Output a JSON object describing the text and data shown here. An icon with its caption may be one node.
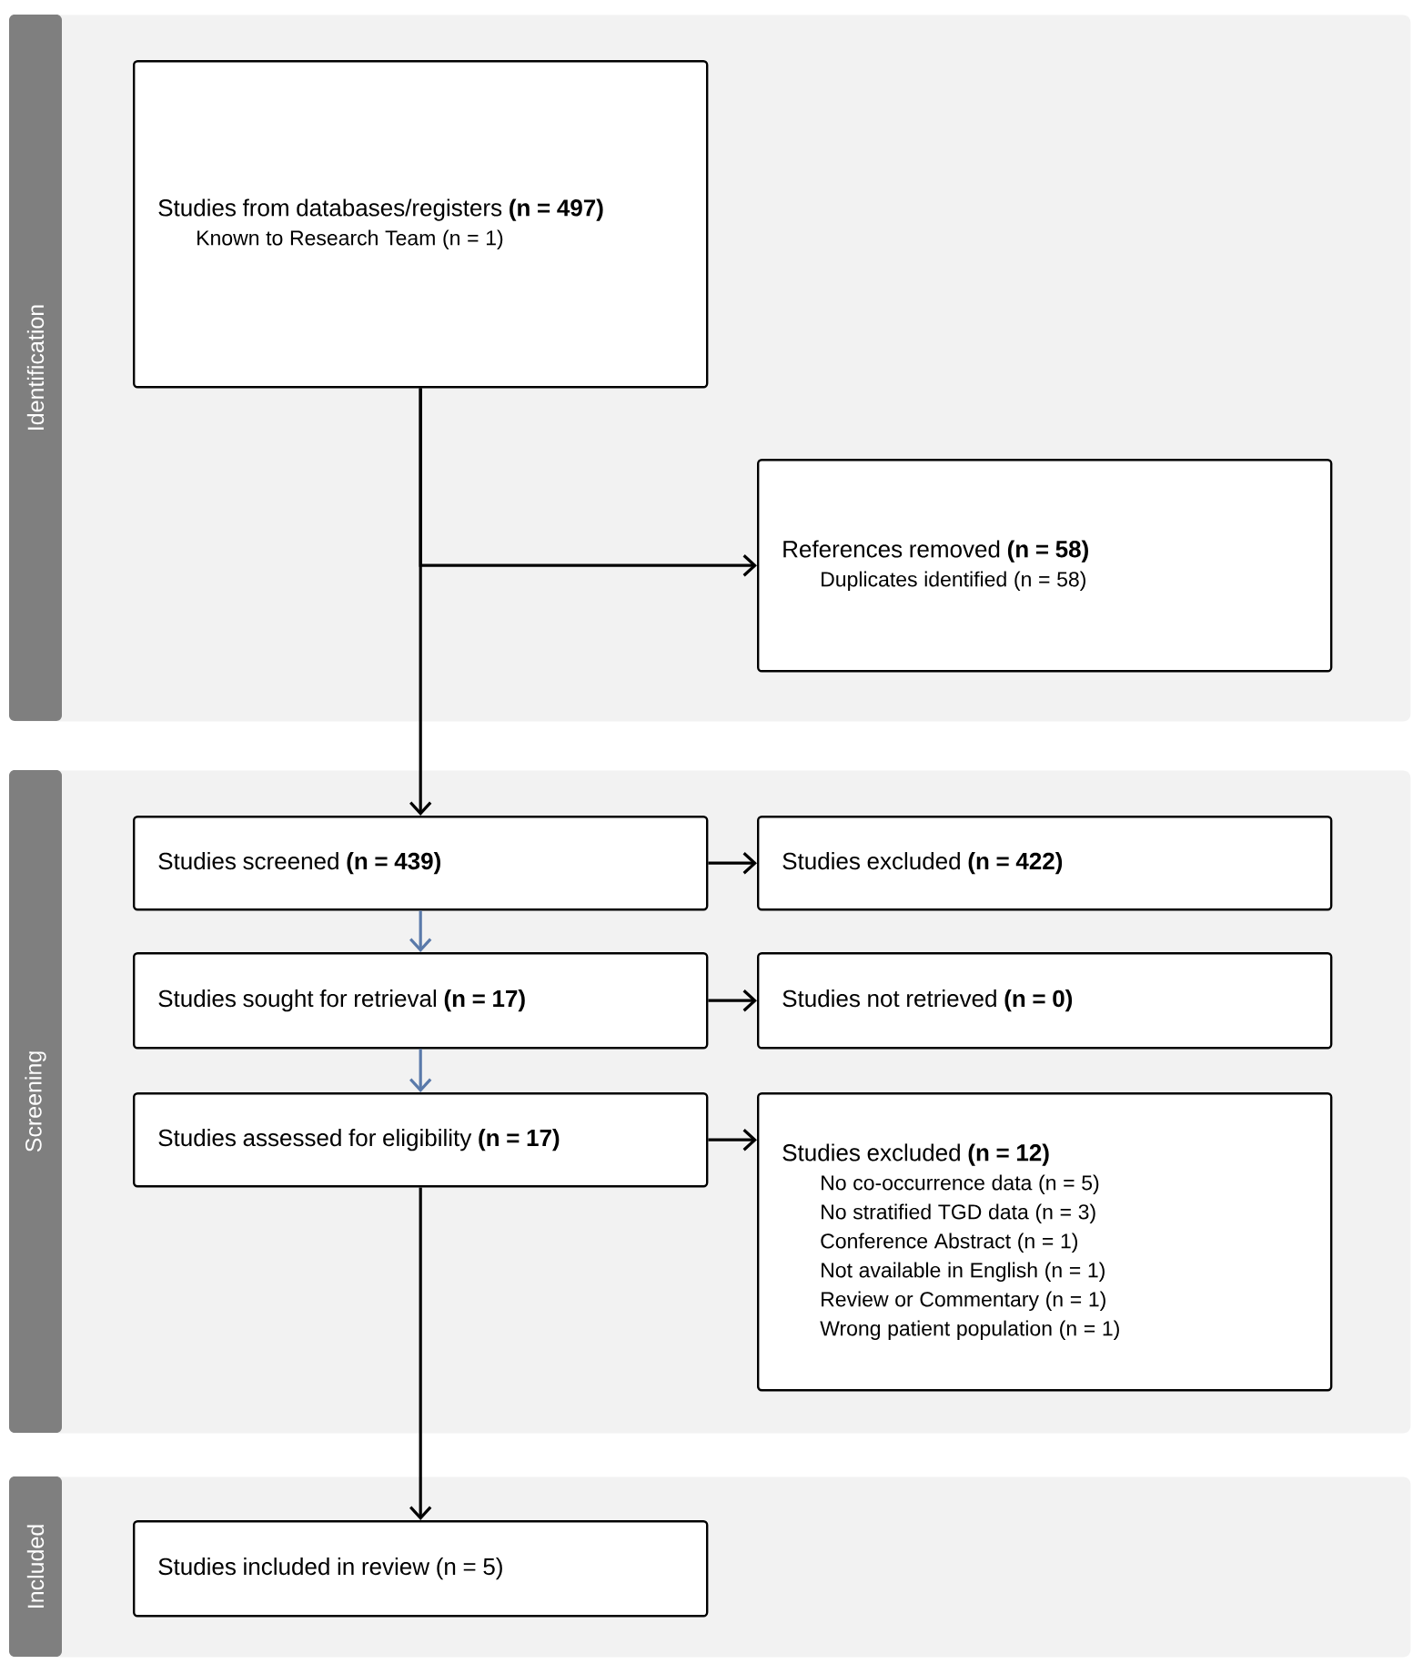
{
  "diagram": {
    "nodes": [
      {
        "text": [
          "Identification"
        ]
      },
      {
        "text": [
          "Studies from databases/registers **(n = 497)**",
          "Known to Research Team (n = 1)"
        ],
        "in": 0
      },
      {
        "text": [
          "References removed **(n = 58)**",
          "Duplicates identified (n = 58)"
        ],
        "in": 0
      },
      {
        "text": [
          "Screening"
        ]
      },
      {
        "text": [
          "Studies screened **(n = 439)**"
        ],
        "in": 3
      },
      {
        "text": [
          "Studies excluded **(n = 422)**"
        ],
        "in": 3
      },
      {
        "text": [
          "Studies sought for retrieval **(n = 17)**"
        ],
        "in": 3
      },
      {
        "text": [
          "Studies not retrieved **(n = 0)**"
        ],
        "in": 3
      },
      {
        "text": [
          "Studies assessed for eligibility **(n = 17)**"
        ],
        "in": 3
      },
      {
        "text": [
          "Studies excluded **(n = 12)**",
          "No co-occurrence data (n = 5)",
          "No stratified TGD data (n = 3)",
          "Conference Abstract (n = 1)",
          "Not available in English (n = 1)",
          "Review or Commentary (n = 1)",
          "Wrong patient population (n = 1)"
        ],
        "in": 3
      },
      {
        "text": [
          "Included"
        ]
      },
      {
        "text": [
          "Studies included in review (n = 5)"
        ],
        "in": 10
      }
    ],
    "edges": [
      {
        "from": 1,
        "to": 4,
        "arrow": "to"
      },
      {
        "from": 1,
        "to": 2,
        "arrow": "to"
      },
      {
        "from": 4,
        "to": 5,
        "arrow": "to"
      },
      {
        "from": 4,
        "to": 6,
        "arrow": "to",
        "color": "#5a7aaa"
      },
      {
        "from": 6,
        "to": 7,
        "arrow": "to"
      },
      {
        "from": 6,
        "to": 8,
        "arrow": "to",
        "color": "#5a7aaa"
      },
      {
        "from": 8,
        "to": 9,
        "arrow": "to"
      },
      {
        "from": 8,
        "to": 11,
        "arrow": "to"
      }
    ]
  }
}
